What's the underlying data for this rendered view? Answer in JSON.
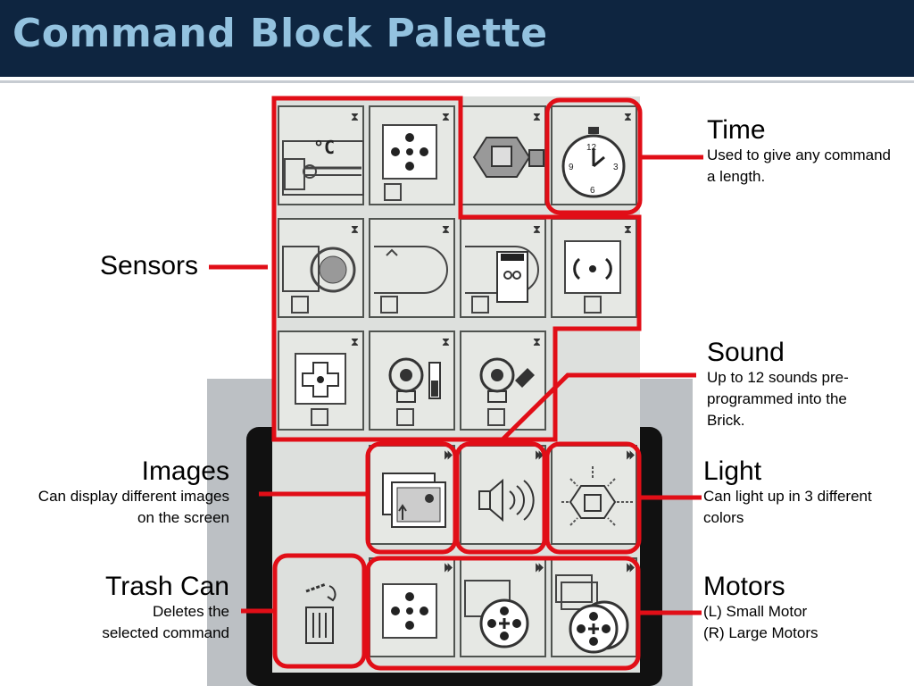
{
  "slide": {
    "title": "Command Block Palette"
  },
  "labels": {
    "time": {
      "title": "Time",
      "desc": "Used to give any command a length."
    },
    "sensors": {
      "title": "Sensors"
    },
    "sound": {
      "title": "Sound",
      "desc": "Up to 12 sounds pre-programmed into the Brick."
    },
    "images": {
      "title": "Images",
      "desc": "Can display different images on the screen"
    },
    "light": {
      "title": "Light",
      "desc": "Can light up in 3 different colors"
    },
    "trash": {
      "title": "Trash Can",
      "desc": "Deletes the selected command"
    },
    "motors": {
      "title": "Motors",
      "desc1": "(L) Small Motor",
      "desc2": "(R) Large Motors"
    }
  },
  "tiles": {
    "temperature_unit": "°C",
    "timer_digits": [
      "12",
      "3",
      "6",
      "9"
    ]
  },
  "colors": {
    "header_bg": "#0e2540",
    "title_color": "#93c2df",
    "highlight_red": "#e10e17"
  }
}
